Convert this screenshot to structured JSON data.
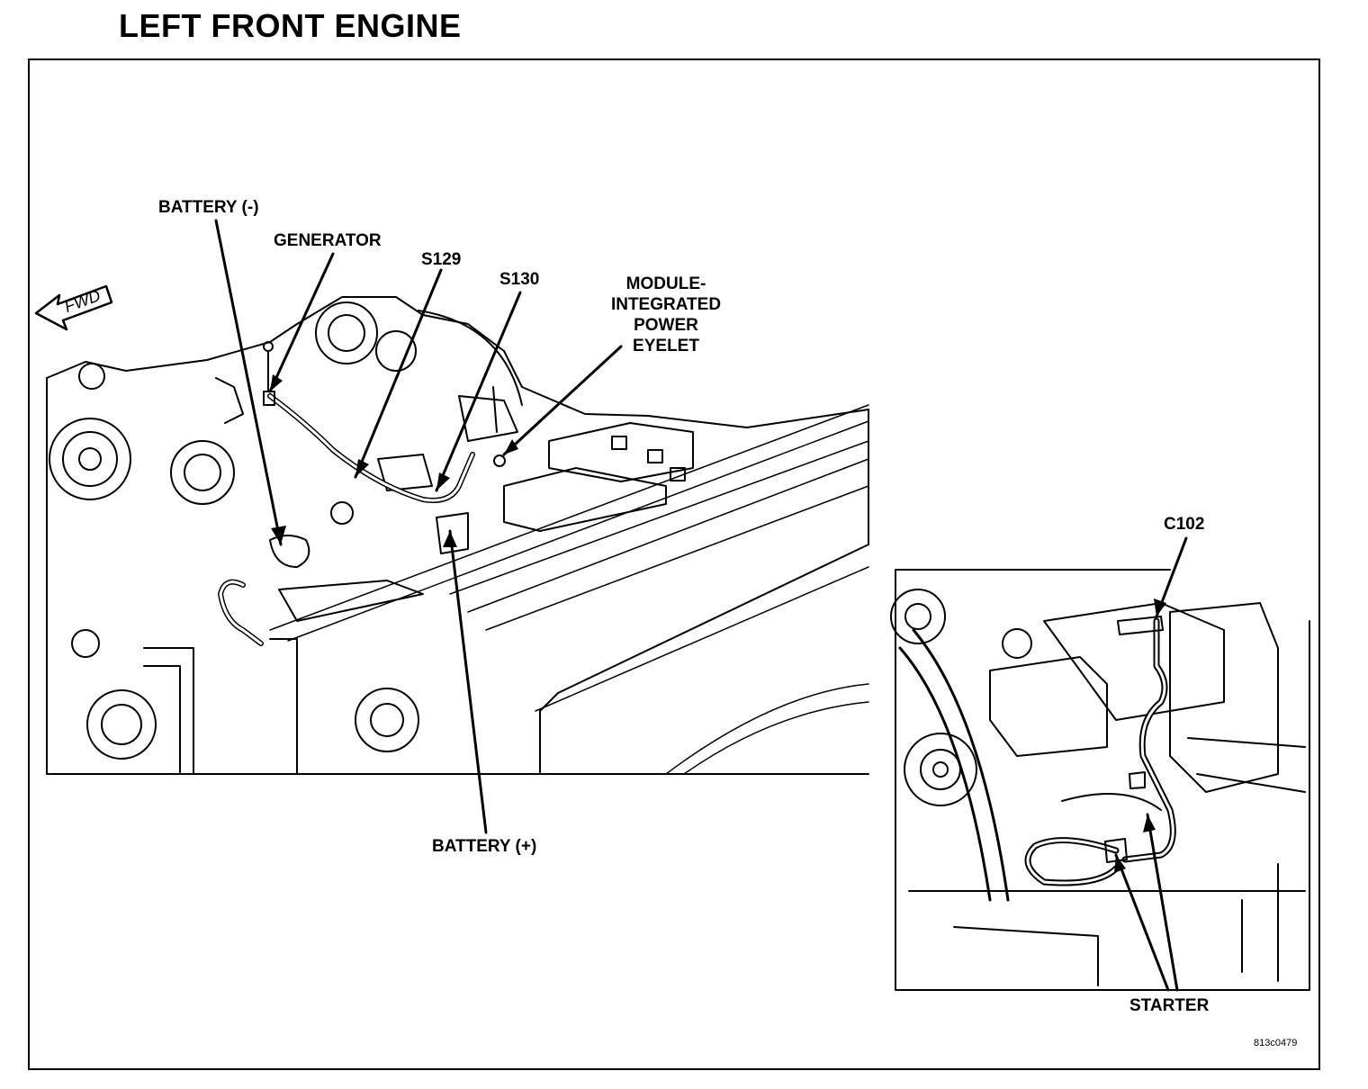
{
  "title": "LEFT FRONT ENGINE",
  "labels": {
    "battery_neg": "BATTERY (-)",
    "generator": "GENERATOR",
    "s129": "S129",
    "s130": "S130",
    "module_power_eyelet": "MODULE-\nINTEGRATED\nPOWER\nEYELET",
    "battery_pos": "BATTERY (+)",
    "c102": "C102",
    "starter": "STARTER",
    "fwd": "FWD"
  },
  "figure_id": "813c0479"
}
